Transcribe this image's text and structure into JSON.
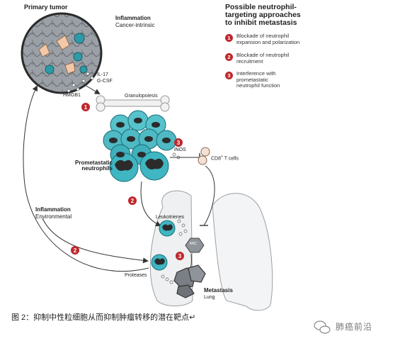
{
  "labels": {
    "primary_tumor": "Primary tumor",
    "inflammation_top": "Inflammation",
    "cancer_intrinsic": "Cancer-intrinsic",
    "il17": "IL-17",
    "gcsf": "G-CSF",
    "hmgb1": "HMGB1",
    "granulopoiesis": "Granulopoiesis",
    "inos": "iNOS",
    "cd8_prefix": "CD8",
    "cd8_sup": "+",
    "cd8_suffix": " T cells",
    "prometastatic": "Prometastatic\nneutrophils",
    "leukotrienes": "Leukotrienes",
    "mic": "MIC",
    "proteases": "Proteases",
    "metastasis": "Metastasis",
    "lung": "Lung",
    "inflammation_left": "Inflammation",
    "environmental": "Environmental"
  },
  "badges": {
    "b1": "1",
    "b2a": "2",
    "b2b": "2",
    "b3a": "3",
    "b3b": "3"
  },
  "legend": {
    "title": "Possible neutrophil-\ntargeting approaches\nto inhibit metastasis",
    "items": [
      {
        "num": "1",
        "text": "Blockade of neutrophil\nexpansion and polarization"
      },
      {
        "num": "2",
        "text": "Blockade of neutrophil\nrecruitment"
      },
      {
        "num": "3",
        "text": "Interference with\nprometastatic\nneutrophil function"
      }
    ]
  },
  "caption": "图 2：抑制中性粒细胞从而抑制肿瘤转移的潜在靶点↵",
  "logo_text": "肺癌前沿",
  "colors": {
    "accent_red": "#c0272d",
    "teal": "#3fb6c2",
    "dark": "#2b2b2b",
    "tumor": "#8f949a"
  }
}
